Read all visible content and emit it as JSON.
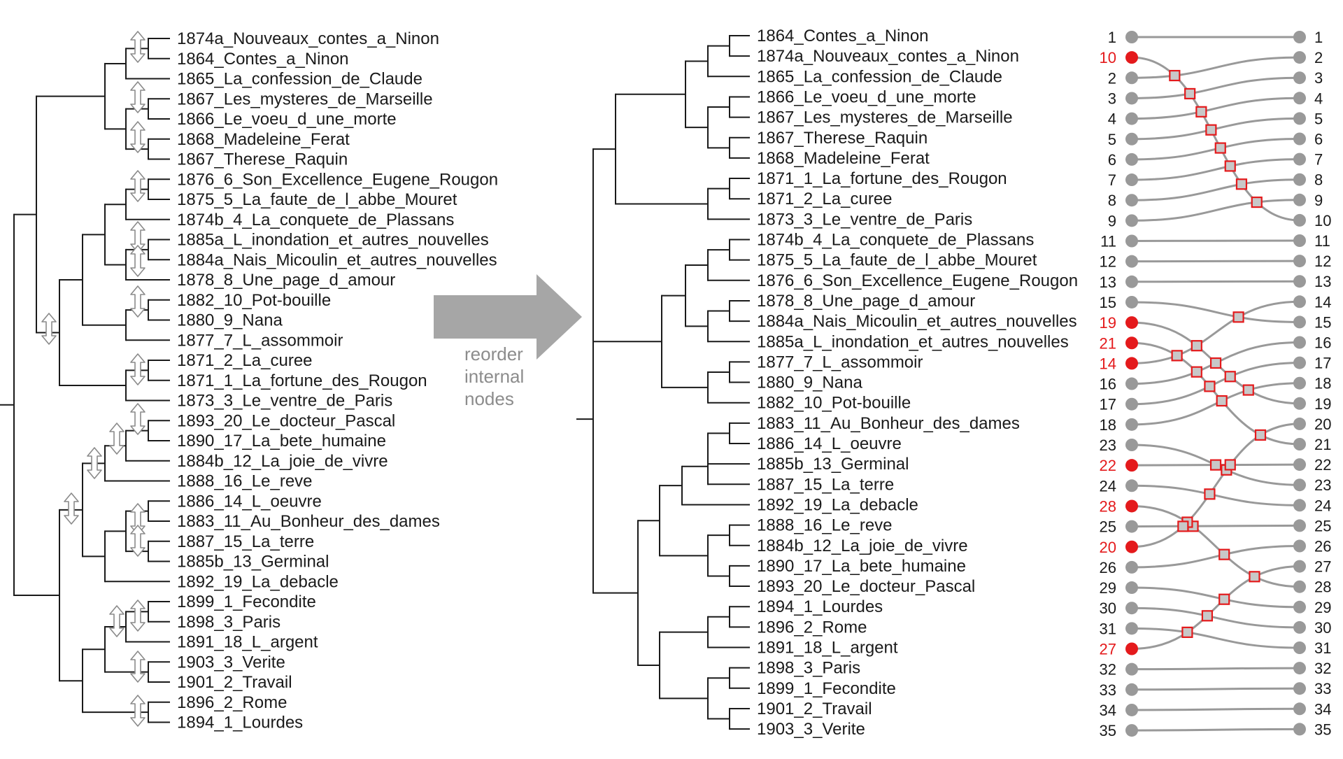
{
  "left_tree": {
    "leaves": [
      "1874a_Nouveaux_contes_a_Ninon",
      "1864_Contes_a_Ninon",
      "1865_La_confession_de_Claude",
      "1867_Les_mysteres_de_Marseille",
      "1866_Le_voeu_d_une_morte",
      "1868_Madeleine_Ferat",
      "1867_Therese_Raquin",
      "1876_6_Son_Excellence_Eugene_Rougon",
      "1875_5_La_faute_de_l_abbe_Mouret",
      "1874b_4_La_conquete_de_Plassans",
      "1885a_L_inondation_et_autres_nouvelles",
      "1884a_Nais_Micoulin_et_autres_nouvelles",
      "1878_8_Une_page_d_amour",
      "1882_10_Pot-bouille",
      "1880_9_Nana",
      "1877_7_L_assommoir",
      "1871_2_La_curee",
      "1871_1_La_fortune_des_Rougon",
      "1873_3_Le_ventre_de_Paris",
      "1893_20_Le_docteur_Pascal",
      "1890_17_La_bete_humaine",
      "1884b_12_La_joie_de_vivre",
      "1888_16_Le_reve",
      "1886_14_L_oeuvre",
      "1883_11_Au_Bonheur_des_dames",
      "1887_15_La_terre",
      "1885b_13_Germinal",
      "1892_19_La_debacle",
      "1899_1_Fecondite",
      "1898_3_Paris",
      "1891_18_L_argent",
      "1903_3_Verite",
      "1901_2_Travail",
      "1896_2_Rome",
      "1894_1_Lourdes"
    ]
  },
  "arrow": {
    "caption_lines": [
      "reorder",
      "internal",
      "nodes"
    ]
  },
  "right_tree": {
    "leaves": [
      "1864_Contes_a_Ninon",
      "1874a_Nouveaux_contes_a_Ninon",
      "1865_La_confession_de_Claude",
      "1866_Le_voeu_d_une_morte",
      "1867_Les_mysteres_de_Marseille",
      "1867_Therese_Raquin",
      "1868_Madeleine_Ferat",
      "1871_1_La_fortune_des_Rougon",
      "1871_2_La_curee",
      "1873_3_Le_ventre_de_Paris",
      "1874b_4_La_conquete_de_Plassans",
      "1875_5_La_faute_de_l_abbe_Mouret",
      "1876_6_Son_Excellence_Eugene_Rougon",
      "1878_8_Une_page_d_amour",
      "1884a_Nais_Micoulin_et_autres_nouvelles",
      "1885a_L_inondation_et_autres_nouvelles",
      "1877_7_L_assommoir",
      "1880_9_Nana",
      "1882_10_Pot-bouille",
      "1883_11_Au_Bonheur_des_dames",
      "1886_14_L_oeuvre",
      "1885b_13_Germinal",
      "1887_15_La_terre",
      "1892_19_La_debacle",
      "1888_16_Le_reve",
      "1884b_12_La_joie_de_vivre",
      "1890_17_La_bete_humaine",
      "1893_20_Le_docteur_Pascal",
      "1894_1_Lourdes",
      "1896_2_Rome",
      "1891_18_L_argent",
      "1898_3_Paris",
      "1899_1_Fecondite",
      "1901_2_Travail",
      "1903_3_Verite"
    ]
  },
  "rank_comparison": {
    "left_ranks": [
      1,
      10,
      2,
      3,
      4,
      5,
      6,
      7,
      8,
      9,
      11,
      12,
      13,
      15,
      19,
      21,
      14,
      16,
      17,
      18,
      23,
      22,
      24,
      28,
      25,
      20,
      26,
      29,
      30,
      31,
      27,
      32,
      33,
      34,
      35
    ],
    "highlighted_ranks": [
      10,
      19,
      21,
      14,
      22,
      28,
      20,
      27
    ],
    "right_ranks": [
      1,
      2,
      3,
      4,
      5,
      6,
      7,
      8,
      9,
      10,
      11,
      12,
      13,
      14,
      15,
      16,
      17,
      18,
      19,
      20,
      21,
      22,
      23,
      24,
      25,
      26,
      27,
      28,
      29,
      30,
      31,
      32,
      33,
      34,
      35
    ]
  },
  "colors": {
    "tree_line": "#1a1a1a",
    "rank_line": "#999999",
    "rank_dot": "#999999",
    "highlight": "#e41a1c",
    "crossing_fill": "#c8c8c8",
    "arrow_fill": "#a6a6a6",
    "swap_icon": "#8a8a8a"
  }
}
